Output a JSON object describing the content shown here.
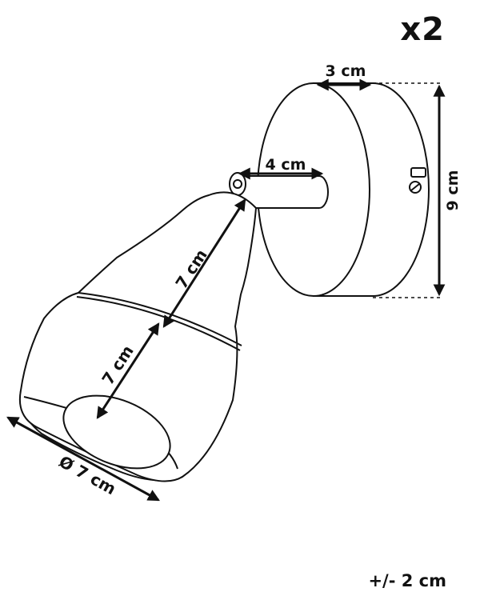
{
  "quantity_label": "x2",
  "tolerance_label": "+/- 2 cm",
  "dimensions": {
    "backplate_depth": "3 cm",
    "arm_length": "4 cm",
    "backplate_height": "9 cm",
    "cone_length": "7 cm",
    "bowl_length": "7 cm",
    "shade_diameter": "Ø 7 cm"
  }
}
